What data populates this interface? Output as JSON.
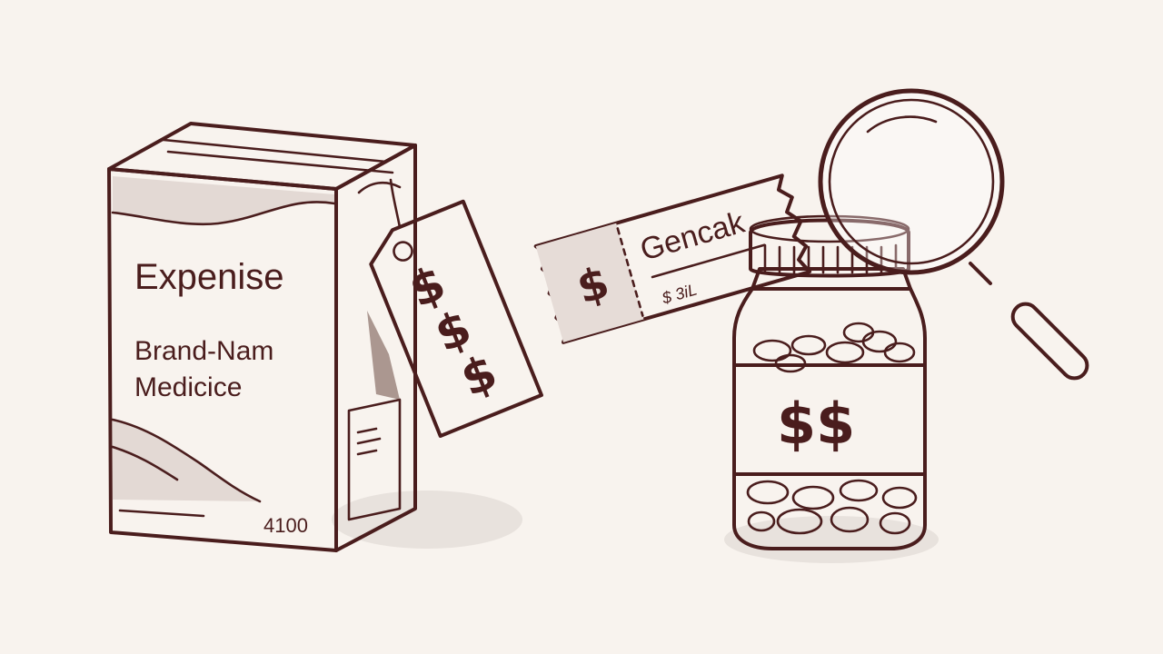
{
  "box": {
    "title": "Expenise",
    "subtitle_line1": "Brand-Nam",
    "subtitle_line2": "Medicice",
    "code": "4100"
  },
  "price_tag": {
    "symbols": [
      "$",
      "$",
      "$"
    ]
  },
  "ticket": {
    "symbol": "$",
    "label": "Gencak",
    "small_text": "$ 3iL"
  },
  "jar": {
    "label": "$$"
  },
  "colors": {
    "background": "#f8f3ee",
    "ink": "#4a1d1d",
    "box_fill": "#f7eeea",
    "shade": "#e3d9d4",
    "shadow": "#e8e2dd"
  },
  "icons": [
    "medicine-box-icon",
    "price-tag-icon",
    "ticket-icon",
    "pill-jar-icon",
    "magnifying-glass-icon"
  ]
}
